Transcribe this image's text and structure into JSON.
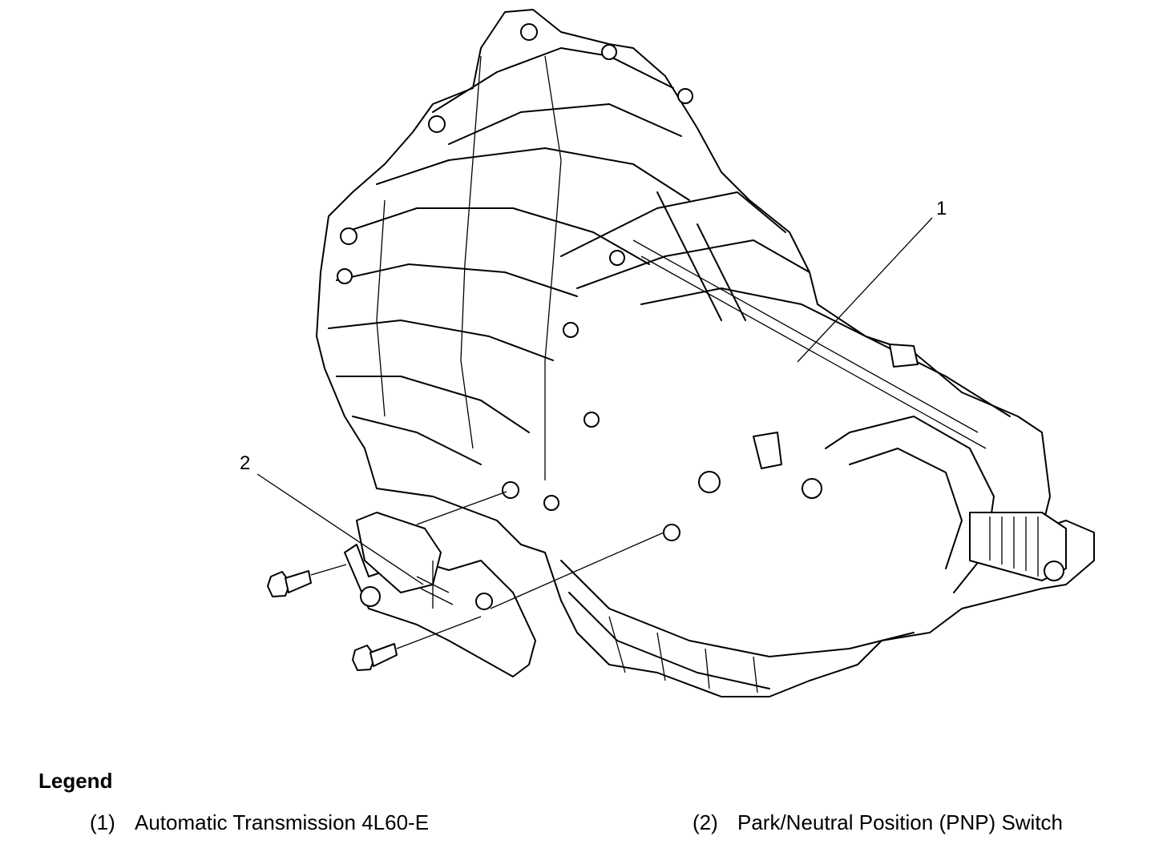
{
  "callouts": [
    {
      "id": "1",
      "label": "1"
    },
    {
      "id": "2",
      "label": "2"
    }
  ],
  "legend": {
    "title": "Legend",
    "items": [
      {
        "number": "(1)",
        "text": "Automatic Transmission 4L60-E"
      },
      {
        "number": "(2)",
        "text": "Park/Neutral Position (PNP) Switch"
      }
    ]
  }
}
